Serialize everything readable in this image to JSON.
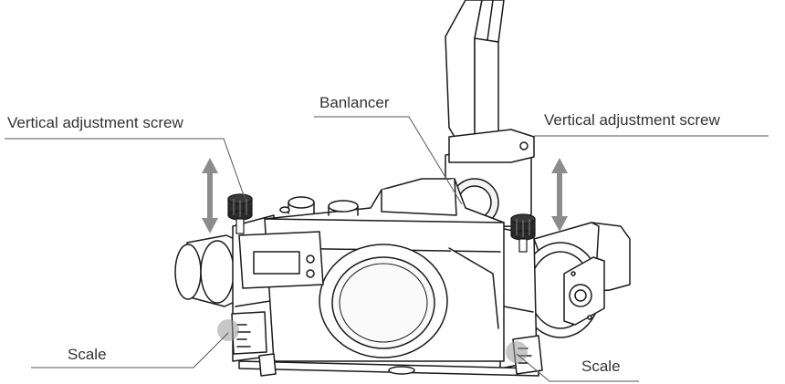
{
  "callouts": {
    "vertical_screw_left": "Vertical adjustment screw",
    "vertical_screw_right": "Vertical adjustment screw",
    "balancer": "Banlancer",
    "scale_left": "Scale",
    "scale_right": "Scale"
  },
  "colors": {
    "line": "#1a1a1a",
    "leader": "#555555",
    "arrow": "#8c8c8c",
    "highlight": "#999999",
    "text": "#333333"
  }
}
